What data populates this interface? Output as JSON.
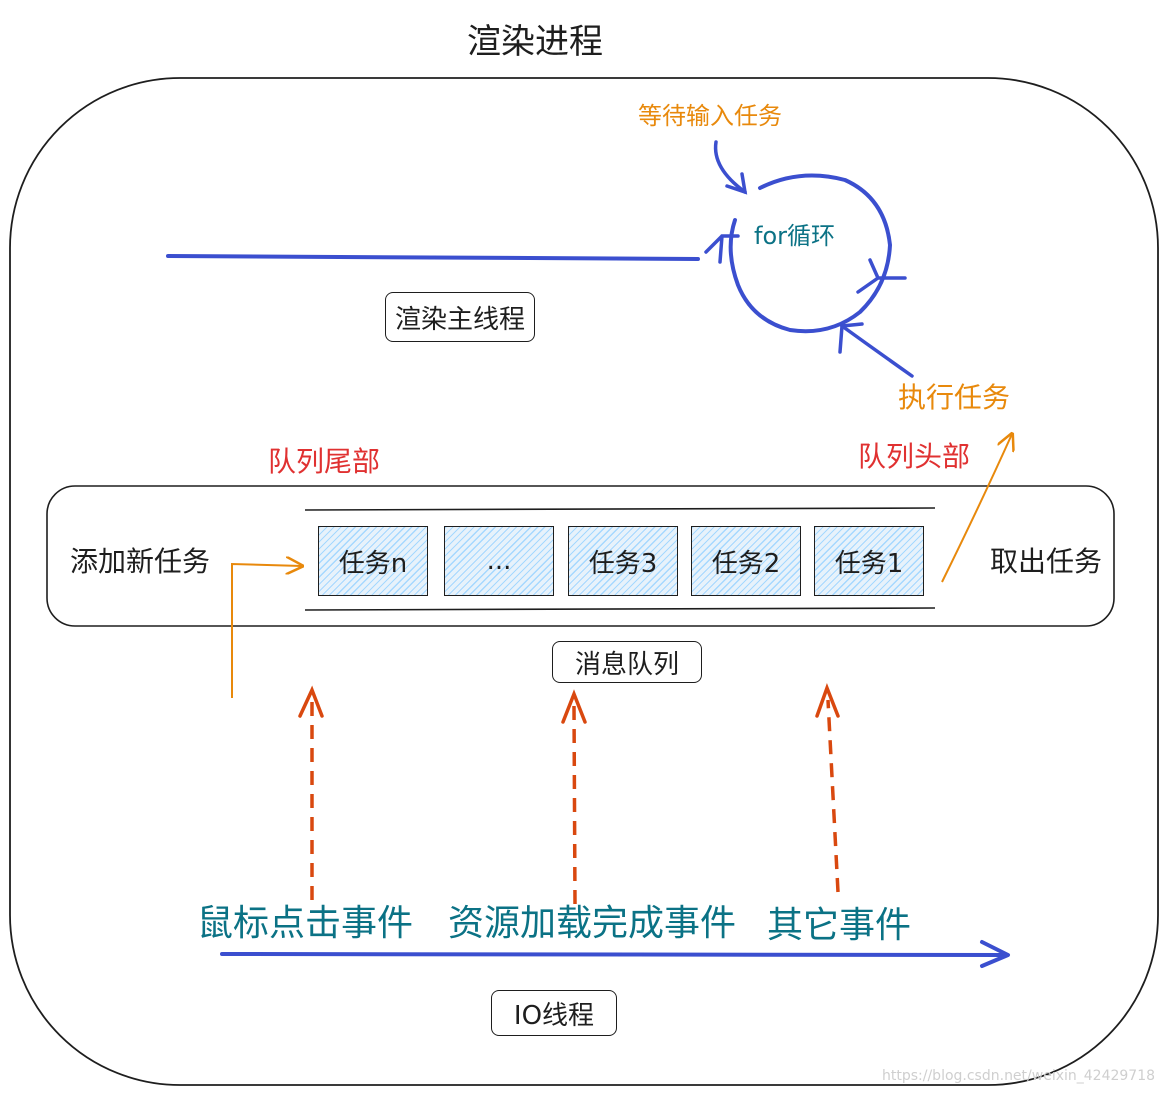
{
  "title": "渲染进程",
  "main_thread": {
    "label": "渲染主线程",
    "loop_label": "for循环",
    "wait_label": "等待输入任务",
    "execute_label": "执行任务"
  },
  "queue": {
    "label": "消息队列",
    "tail_label": "队列尾部",
    "head_label": "队列头部",
    "add_label": "添加新任务",
    "take_label": "取出任务",
    "tasks": [
      "任务n",
      "...",
      "任务3",
      "任务2",
      "任务1"
    ]
  },
  "io_thread": {
    "label": "IO线程",
    "events": [
      "鼠标点击事件",
      "资源加载完成事件",
      "其它事件"
    ]
  },
  "watermark": "https://blog.csdn.net/weixin_42429718",
  "colors": {
    "blue": "#3b4fcf",
    "orange": "#e8890c",
    "red_arrow": "#d9480f",
    "red_text": "#e03131",
    "teal": "#0b7285"
  }
}
